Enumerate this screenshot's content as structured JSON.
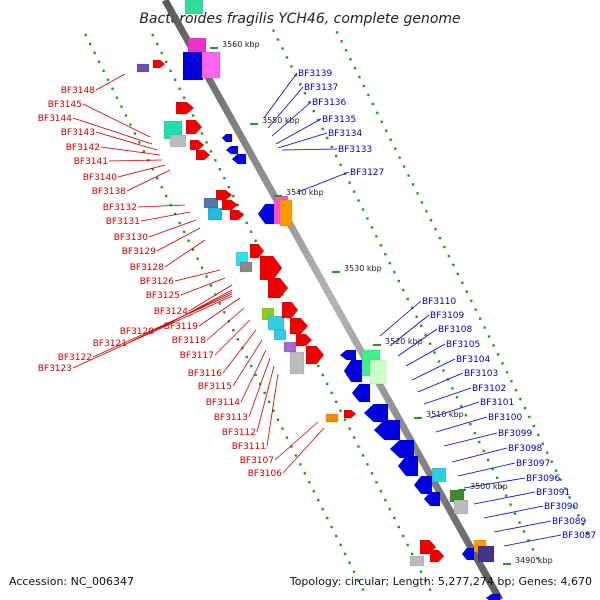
{
  "title": "Bacteroides fragilis YCH46, complete genome",
  "footer": {
    "accession": "Accession: NC_006347",
    "topology": "Topology: circular; Length: 5,277,274 bp; Genes: 4,670"
  },
  "scale_ticks": [
    {
      "label": "3560 kbp"
    },
    {
      "label": "3550 kbp"
    },
    {
      "label": "3540 kbp"
    },
    {
      "label": "3530 kbp"
    },
    {
      "label": "3520 kbp"
    },
    {
      "label": "3510 kbp"
    },
    {
      "label": "3500 kbp"
    },
    {
      "label": "3490 kbp"
    }
  ],
  "left_genes": [
    "BF3148",
    "BF3145",
    "BF3144",
    "BF3143",
    "BF3142",
    "BF3141",
    "BF3140",
    "BF3138",
    "BF3132",
    "BF3131",
    "BF3130",
    "BF3129",
    "BF3128",
    "BF3126",
    "BF3125",
    "BF3124",
    "BF3120",
    "BF3121",
    "BF3122",
    "BF3123",
    "BF3119",
    "BF3118",
    "BF3117",
    "BF3116",
    "BF3115",
    "BF3114",
    "BF3113",
    "BF3112",
    "BF3111",
    "BF3107",
    "BF3106"
  ],
  "right_genes": [
    "BF3139",
    "BF3137",
    "BF3136",
    "BF3135",
    "BF3134",
    "BF3133",
    "BF3127",
    "BF3110",
    "BF3109",
    "BF3108",
    "BF3105",
    "BF3104",
    "BF3103",
    "BF3102",
    "BF3101",
    "BF3100",
    "BF3099",
    "BF3098",
    "BF3097",
    "BF3096",
    "BF3091",
    "BF3090",
    "BF3089",
    "BF3087"
  ],
  "colors": {
    "forward_strand": "#0000dd",
    "reverse_strand": "#ee0000",
    "left_label": "#cc0000",
    "right_label": "#0000cc",
    "backbone": "#808080",
    "dots": "#229922"
  }
}
